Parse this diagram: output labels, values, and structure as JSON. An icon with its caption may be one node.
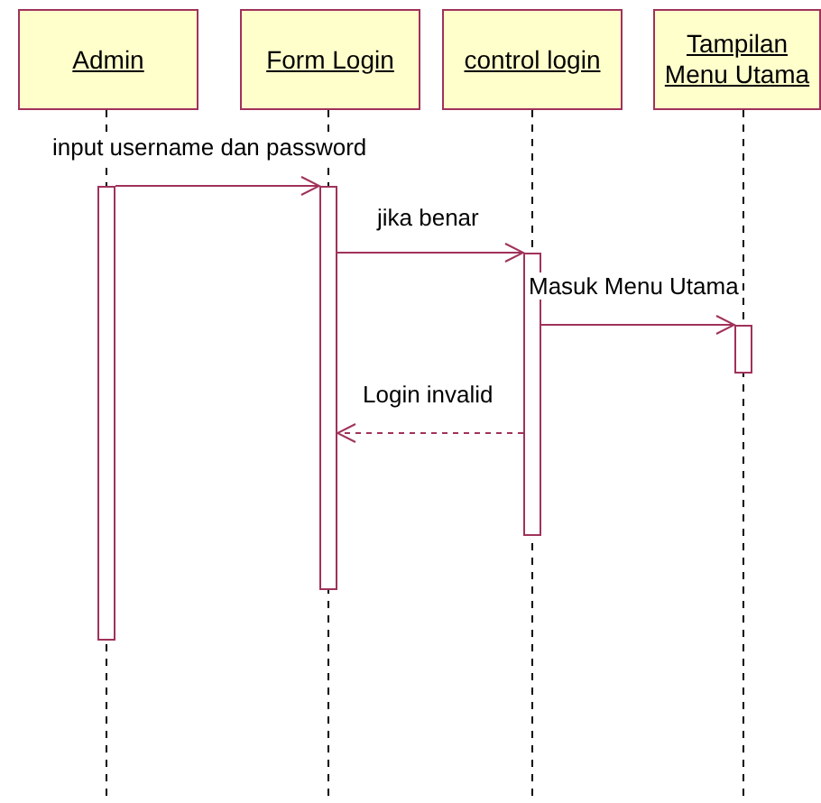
{
  "diagram": {
    "nodes": [
      {
        "text": [
          "Admin"
        ]
      },
      {
        "text": [
          "Form Login"
        ]
      },
      {
        "text": [
          "control login"
        ]
      },
      {
        "text": [
          "Tampilan Menu Utama"
        ]
      },
      {
        "text": [],
        "shape": "bar"
      },
      {
        "text": [],
        "shape": "bar"
      },
      {
        "text": [],
        "shape": "bar"
      },
      {
        "text": [],
        "shape": "bar"
      }
    ],
    "edges": [
      {
        "from": 4,
        "to": 5,
        "arrow": "to",
        "label": "input username dan password"
      },
      {
        "from": 5,
        "to": 6,
        "arrow": "to",
        "label": "jika benar"
      },
      {
        "from": 6,
        "to": 7,
        "arrow": "to",
        "label": "Masuk Menu Utama"
      },
      {
        "from": 6,
        "to": 5,
        "arrow": "to",
        "label": "Login invalid",
        "style": "dashed"
      }
    ]
  }
}
